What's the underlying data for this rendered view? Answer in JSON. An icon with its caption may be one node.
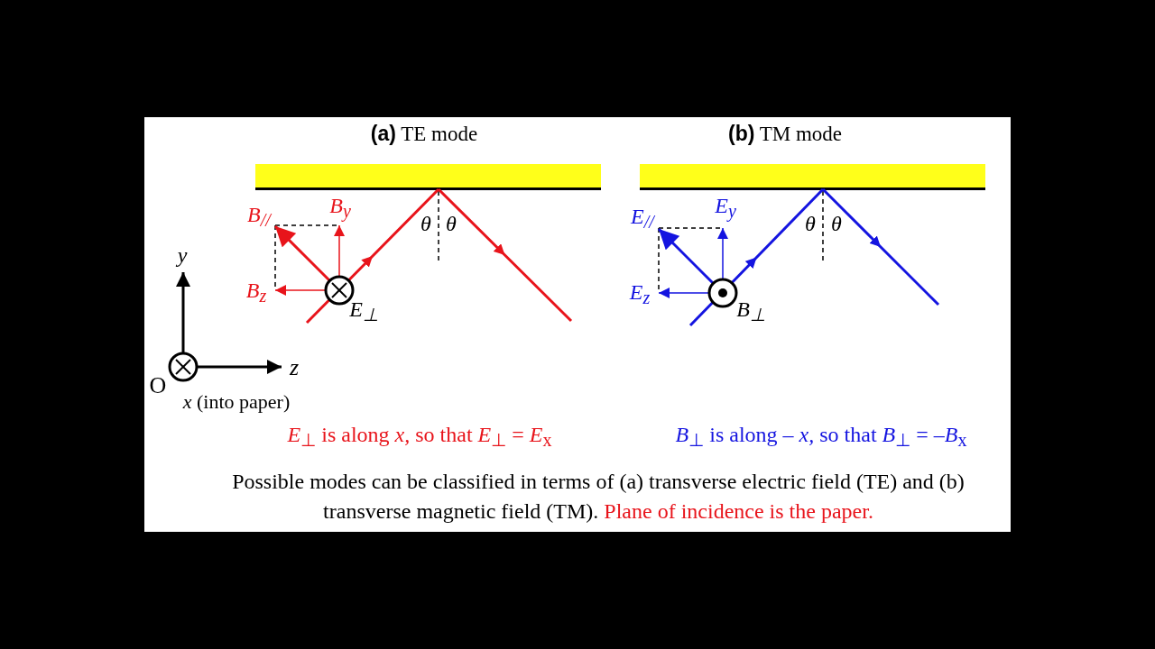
{
  "diagram": {
    "caption": "Possible modes can be classified in terms of (a) transverse electric field (TE) and (b) transverse magnetic field (TM).",
    "labels": [
      "**(a)** TE mode",
      "**(b)** TM mode",
      "B$_{//}$",
      "B$_{y}$",
      "θ",
      "θ",
      "E$_{//}$",
      "E$_{y}$",
      "θ",
      "θ",
      "y",
      "B$_{z}$",
      "E$_{⊥}$",
      "E$_{z}$",
      "B$_{⊥}$",
      "z",
      "O",
      "*x* (into paper)",
      "*E*$_{⊥}$ is along *x,* so that *E*$_{⊥}$ = *E*$_{x}$",
      "*B*$_{⊥}$ is along – *x,* so that *B*$_{⊥}$ = –*B*$_{x}$",
      "Plane of incidence is the paper."
    ]
  }
}
